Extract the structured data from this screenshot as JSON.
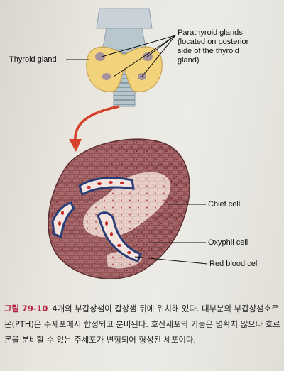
{
  "labels": {
    "thyroid_gland": "Thyroid gland",
    "parathyroid_glands": [
      "Parathyroid glands",
      "(located on posterior",
      "side of the thyroid",
      "gland)"
    ],
    "chief_cell": "Chief cell",
    "oxyphil_cell": "Oxyphil cell",
    "red_blood_cell": "Red blood cell"
  },
  "caption": {
    "figure_number": "그림 79-10",
    "text": "4개의 부갑상샘이 갑상샘 뒤에 위치해 있다. 대부분의 부갑상샘호르몬(PTH)은 주세포에서 합성되고 분비된다. 호산세포의 기능은 명확치 않으나 호르몬을 분비할 수 없는 주세포가 변형되어 형성된 세포이다."
  },
  "colors": {
    "thyroid": "#f2d27a",
    "cell_fill": "#a8686a",
    "cell_stroke": "#5e2f32",
    "oxyphil": "#ecd2cc",
    "vessel": "#2a3c78",
    "arrow": "#d6412a"
  }
}
